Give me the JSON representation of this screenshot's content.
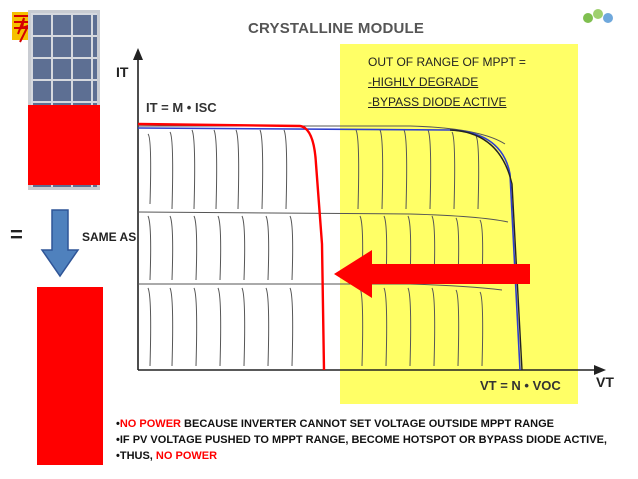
{
  "slide": {
    "title": "CRYSTALLINE MODULE",
    "equals_symbol": "=",
    "same_as_label": "SAME AS",
    "mppt_note": {
      "line1": "OUT OF RANGE OF MPPT =",
      "line2": "-HIGHLY DEGRADE",
      "line3": "-BYPASS DIODE ACTIVE"
    },
    "bullets": [
      {
        "highlight": "NO POWER",
        "text": " BECAUSE INVERTER CANNOT SET VOLTAGE OUTSIDE MPPT RANGE",
        "prefix": "•"
      },
      {
        "highlight": "",
        "text": "IF PV VOLTAGE PUSHED TO MPPT RANGE, BECOME HOTSPOT OR BYPASS DIODE ACTIVE,",
        "prefix": "•"
      },
      {
        "highlight": "NO POWER",
        "text": "THUS, ",
        "prefix": "•"
      }
    ]
  },
  "graph": {
    "y_axis_label": "IT",
    "x_axis_label": "VT",
    "current_formula": "IT = M • ISC",
    "voltage_formula": "VT = N • VOC"
  },
  "colors": {
    "highlight_zone": "#ffff66",
    "arrow_red": "#ff0000",
    "arrow_blue": "#4f81bd",
    "panel_blue": "#5d6f93"
  }
}
